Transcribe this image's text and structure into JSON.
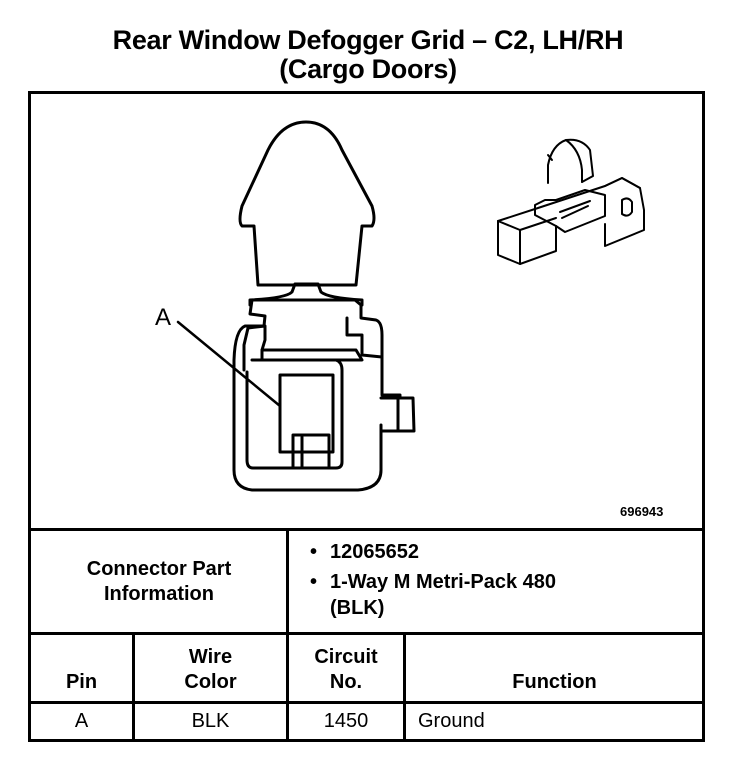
{
  "title": {
    "line1": "Rear Window Defogger Grid – C2, LH/RH",
    "line2": "(Cargo Doors)"
  },
  "diagram": {
    "pin_label": "A",
    "figure_number": "696943",
    "line_color": "#000000"
  },
  "connector_info": {
    "label": "Connector Part Information",
    "items": [
      {
        "bullet": "•",
        "text": "12065652"
      },
      {
        "bullet": "•",
        "text": "1-Way M Metri-Pack 480 (BLK)"
      }
    ]
  },
  "table": {
    "headers": {
      "pin": "Pin",
      "wire_color": "Wire Color",
      "circuit_no": "Circuit No.",
      "function": "Function"
    },
    "rows": [
      {
        "pin": "A",
        "wire_color": "BLK",
        "circuit_no": "1450",
        "function": "Ground"
      }
    ]
  }
}
